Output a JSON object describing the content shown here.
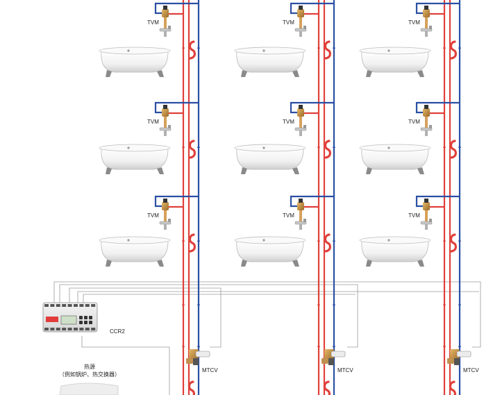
{
  "labels": {
    "tvm": "TVM",
    "mtcv": "MTCV",
    "controller": "CCR2",
    "heat_source_title": "热源",
    "heat_source_note": "（例如锅炉、热交换器）"
  },
  "layout_info": {
    "columns": 3,
    "floors": 3
  },
  "colors": {
    "hot_pipe": "#e0403a",
    "return_pipe": "#2a4fa3",
    "control_wire": "#9a9a9a",
    "tvm_valve": "#c98c3a",
    "mtcv_valve": "#c98c3a"
  }
}
